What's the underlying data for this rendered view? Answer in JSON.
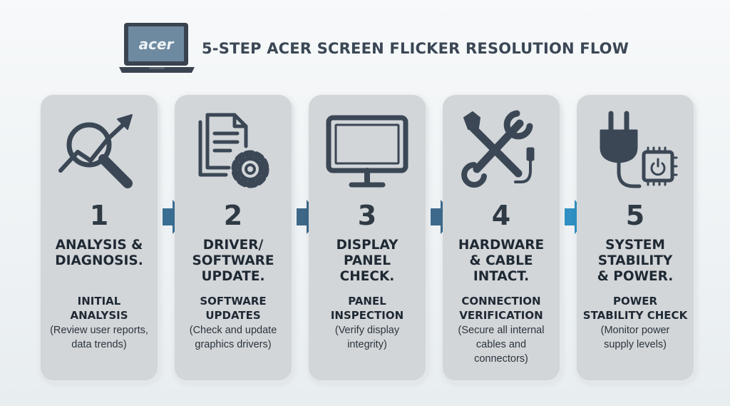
{
  "title": "5-STEP ACER SCREEN FLICKER RESOLUTION FLOW",
  "logo": {
    "brand": "acer",
    "icon": "laptop-icon"
  },
  "colors": {
    "card": "#d2d6d9",
    "icon": "#3b4755",
    "text": "#1f2933",
    "arrow_start": "#3a6f93",
    "arrow_end": "#2f8fc2"
  },
  "steps": [
    {
      "number": "1",
      "title": "ANALYSIS &\nDIAGNOSIS.",
      "subtitle": "INITIAL\nANALYSIS",
      "description": "(Review user reports,\ndata trends)",
      "icon": "magnifier-chart-icon"
    },
    {
      "number": "2",
      "title": "DRIVER/\nSOFTWARE\nUPDATE.",
      "subtitle": "SOFTWARE\nUPDATES",
      "description": "(Check and update\ngraphics drivers)",
      "icon": "document-gear-icon"
    },
    {
      "number": "3",
      "title": "DISPLAY\nPANEL\nCHECK.",
      "subtitle": "PANEL\nINSPECTION",
      "description": "(Verify display\nintegrity)",
      "icon": "monitor-icon"
    },
    {
      "number": "4",
      "title": "HARDWARE\n& CABLE\nINTACT.",
      "subtitle": "CONNECTION\nVERIFICATION",
      "description": "(Secure all internal\ncables and\nconnectors)",
      "icon": "wrench-cable-icon"
    },
    {
      "number": "5",
      "title": "SYSTEM\nSTABILITY\n& POWER.",
      "subtitle": "POWER\nSTABILITY CHECK",
      "description": "(Monitor power\nsupply levels)",
      "icon": "plug-chip-icon"
    }
  ]
}
